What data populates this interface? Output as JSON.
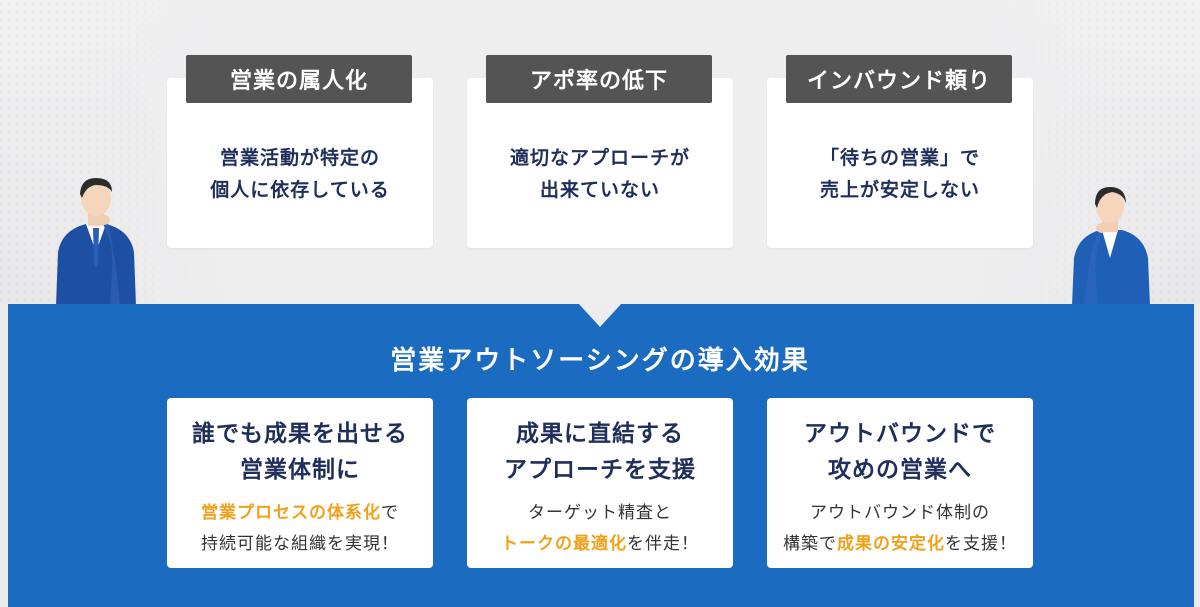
{
  "problems": [
    {
      "tag": "営業の属人化",
      "text": "営業活動が特定の\n個人に依存している"
    },
    {
      "tag": "アポ率の低下",
      "text": "適切なアプローチが\n出来ていない"
    },
    {
      "tag": "インバウンド頼り",
      "text": "「待ちの営業」で\n売上が安定しない"
    }
  ],
  "section_title": "営業アウトソーシングの導入効果",
  "effects": [
    {
      "heading": "誰でも成果を出せる\n営業体制に",
      "line1_highlight": "営業プロセスの体系化",
      "line1_rest": "で",
      "line2": "持続可能な組織を実現！"
    },
    {
      "heading": "成果に直結する\nアプローチを支援",
      "line1": "ターゲット精査と",
      "line2_highlight": "トークの最適化",
      "line2_rest": "を伴走！"
    },
    {
      "heading": "アウトバウンドで\n攻めの営業へ",
      "line1": "アウトバウンド体制の",
      "line2_pre": "構築で",
      "line2_highlight": "成果の安定化",
      "line2_rest": "を支援！"
    }
  ],
  "colors": {
    "panel_blue": "#1b6bc0",
    "tag_gray": "#545454",
    "navy_text": "#1f2e5a",
    "highlight_orange": "#f0a11b"
  },
  "icons": [
    "businessman-thinking-left-icon",
    "businessman-thinking-right-icon"
  ]
}
